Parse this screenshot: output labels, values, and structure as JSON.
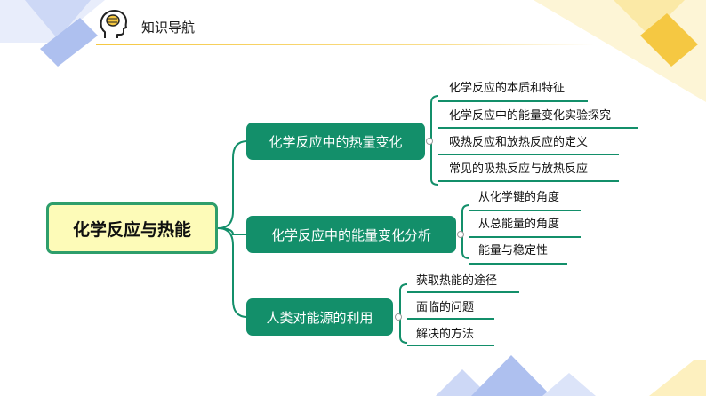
{
  "header": {
    "title": "知识导航",
    "icon": "brain-head-icon"
  },
  "colors": {
    "branch": "#138f6a",
    "root_fill": "#fdfbb8",
    "root_border": "#2e9e6b",
    "accent_yellow": "#f5c842",
    "accent_blue": "#7f9fe0"
  },
  "mindmap": {
    "root": "化学反应与热能",
    "branches": [
      {
        "label": "化学反应中的热量变化",
        "children": [
          "化学反应的本质和特征",
          "化学反应中的能量变化实验探究",
          "吸热反应和放热反应的定义",
          "常见的吸热反应与放热反应"
        ]
      },
      {
        "label": "化学反应中的能量变化分析",
        "children": [
          "从化学键的角度",
          "从总能量的角度",
          "能量与稳定性"
        ]
      },
      {
        "label": "人类对能源的利用",
        "children": [
          "获取热能的途径",
          "面临的问题",
          "解决的方法"
        ]
      }
    ]
  }
}
